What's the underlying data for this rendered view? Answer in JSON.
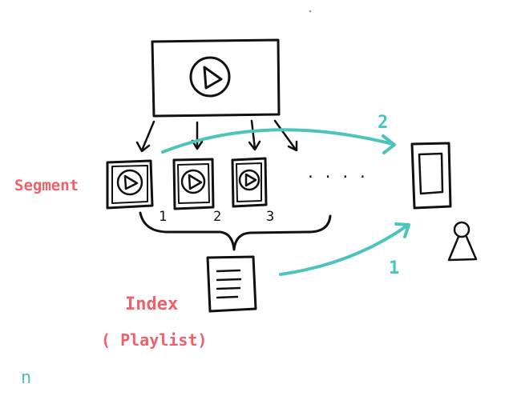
{
  "labels": {
    "segment": "Segment",
    "index": "Index",
    "playlist": "( Playlist)",
    "segment_numbers": [
      "1",
      "2",
      "3"
    ],
    "ellipsis": ". . . .",
    "step_one": "1",
    "step_two": "2",
    "corner_mark": "n"
  },
  "colors": {
    "ink": "#111111",
    "label_red": "#f0606a",
    "arrow_teal": "#4cc4bd"
  }
}
